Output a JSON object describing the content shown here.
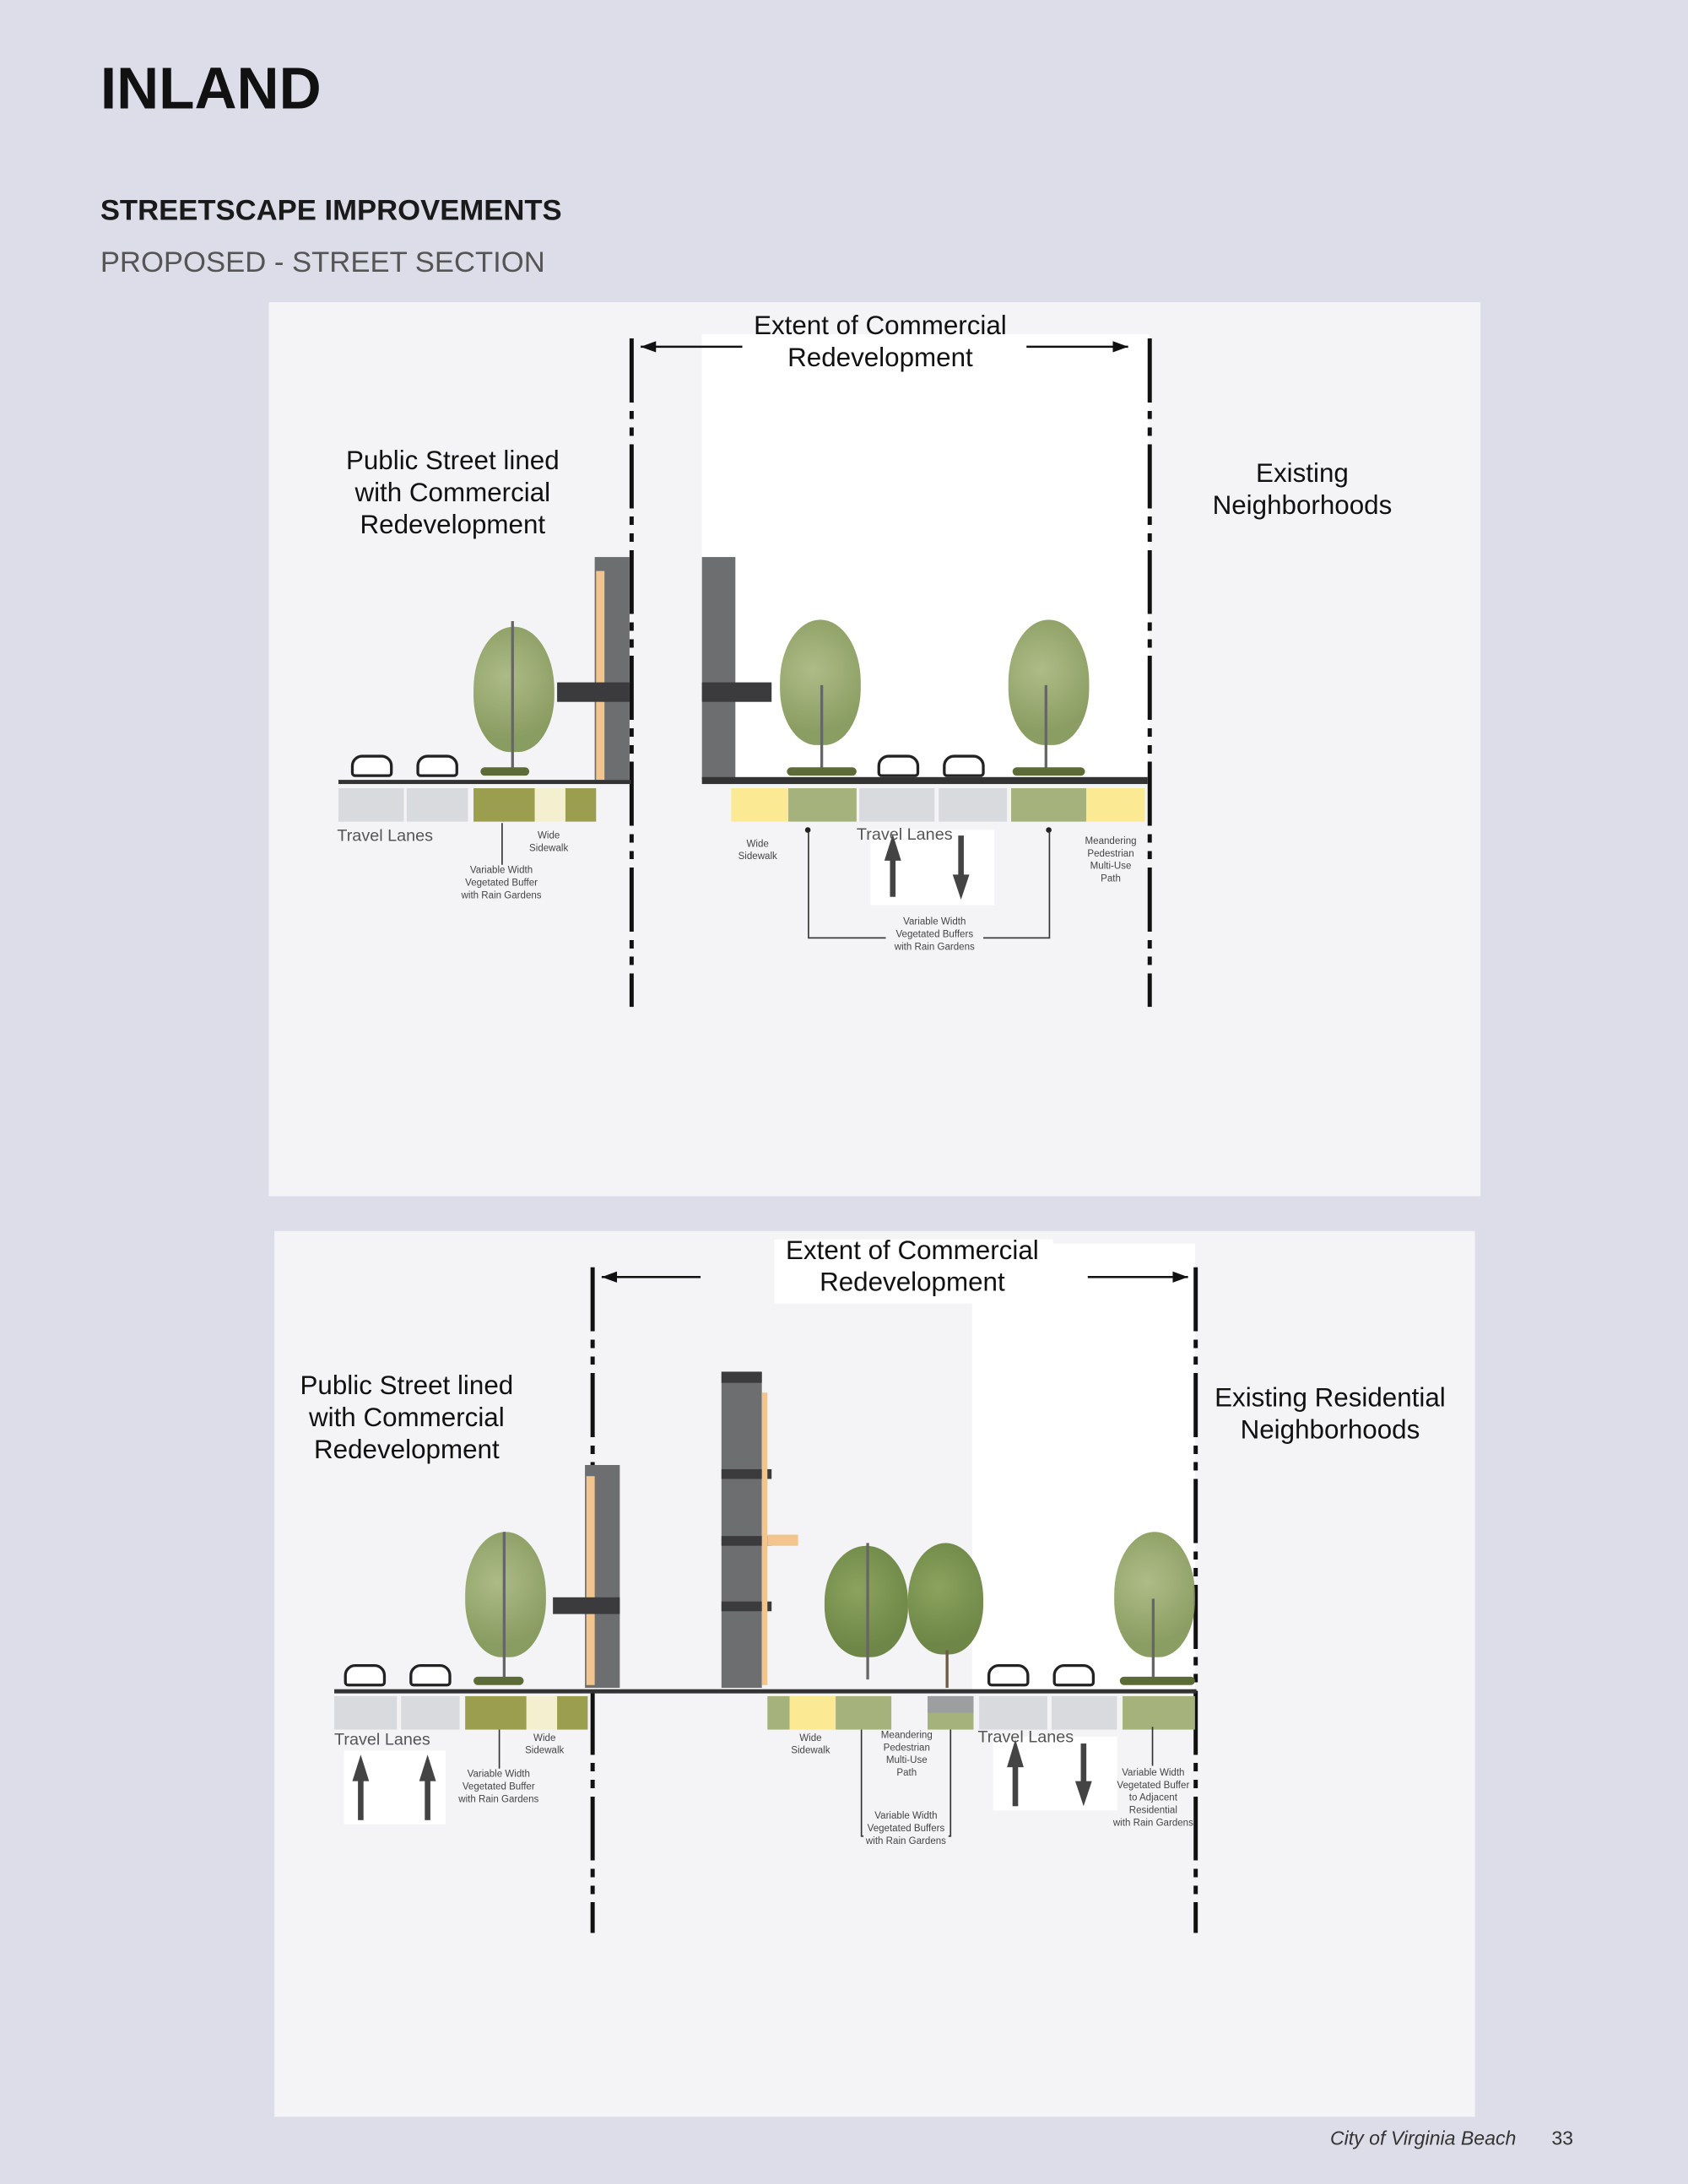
{
  "header": {
    "title": "INLAND",
    "section": "STREETSCAPE IMPROVEMENTS",
    "subtitle": "PROPOSED - STREET SECTION"
  },
  "section1": {
    "extent": "Extent of Commercial\nRedevelopment",
    "left_title": "Public Street lined\nwith Commercial\nRedevelopment",
    "right_title": "Existing\nNeighborhoods",
    "travel_lanes_left": "Travel Lanes",
    "wide_sidewalk_left": "Wide\nSidewalk",
    "buffer_left": "Variable Width\nVegetated Buffer\nwith Rain Gardens",
    "wide_sidewalk_right": "Wide\nSidewalk",
    "travel_lanes_right": "Travel Lanes",
    "multiuse": "Meandering\nPedestrian\nMulti-Use\nPath",
    "buffers": "Variable Width\nVegetated Buffers\nwith Rain Gardens"
  },
  "section2": {
    "extent": "Extent of Commercial\nRedevelopment",
    "left_title": "Public Street lined\nwith Commercial\nRedevelopment",
    "right_title": "Existing Residential\nNeighborhoods",
    "travel_lanes_left": "Travel Lanes",
    "wide_sidewalk_left": "Wide\nSidewalk",
    "buffer_left": "Variable Width\nVegetated Buffer\nwith Rain Gardens",
    "wide_sidewalk_right": "Wide\nSidewalk",
    "multiuse": "Meandering\nPedestrian\nMulti-Use\nPath",
    "buffers": "Variable Width\nVegetated Buffers\nwith Rain Gardens",
    "travel_lanes_right": "Travel Lanes",
    "buffer_residential": "Variable Width\nVegetated Buffer\nto Adjacent\nResidential\nwith Rain Gardens"
  },
  "footer": {
    "source": "City of Virginia Beach",
    "page": "33"
  },
  "colors": {
    "background": "#dcdde8",
    "panel": "#f4f4f7",
    "lane": "#d9dadd",
    "buffer": "#9a9e4e",
    "sage": "#a6b27c",
    "sidewalk": "#fbe993"
  }
}
